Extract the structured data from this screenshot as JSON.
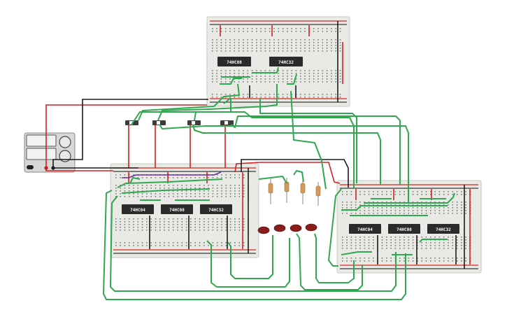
{
  "circuit": {
    "chips": [
      {
        "id": "top-1",
        "label": "74HC08"
      },
      {
        "id": "top-2",
        "label": "74HC32"
      },
      {
        "id": "left-1",
        "label": "74HC04"
      },
      {
        "id": "left-2",
        "label": "74HC08"
      },
      {
        "id": "left-3",
        "label": "74HC32"
      },
      {
        "id": "right-1",
        "label": "74HC04"
      },
      {
        "id": "right-2",
        "label": "74HC08"
      },
      {
        "id": "right-3",
        "label": "74HC32"
      }
    ],
    "colors": {
      "wire_green": "#2fa84f",
      "wire_red": "#d42020",
      "wire_black": "#1a1a1a",
      "wire_purple": "#6a2ca0",
      "breadboard": "#e9e9e6",
      "chip": "#2b2b2b",
      "led": "#8a1c1c",
      "resistor": "#d49a5a"
    },
    "components": {
      "power_supply": "power-supply",
      "switches": 4,
      "resistors": 4,
      "leds": 4,
      "breadboards": 3
    }
  }
}
